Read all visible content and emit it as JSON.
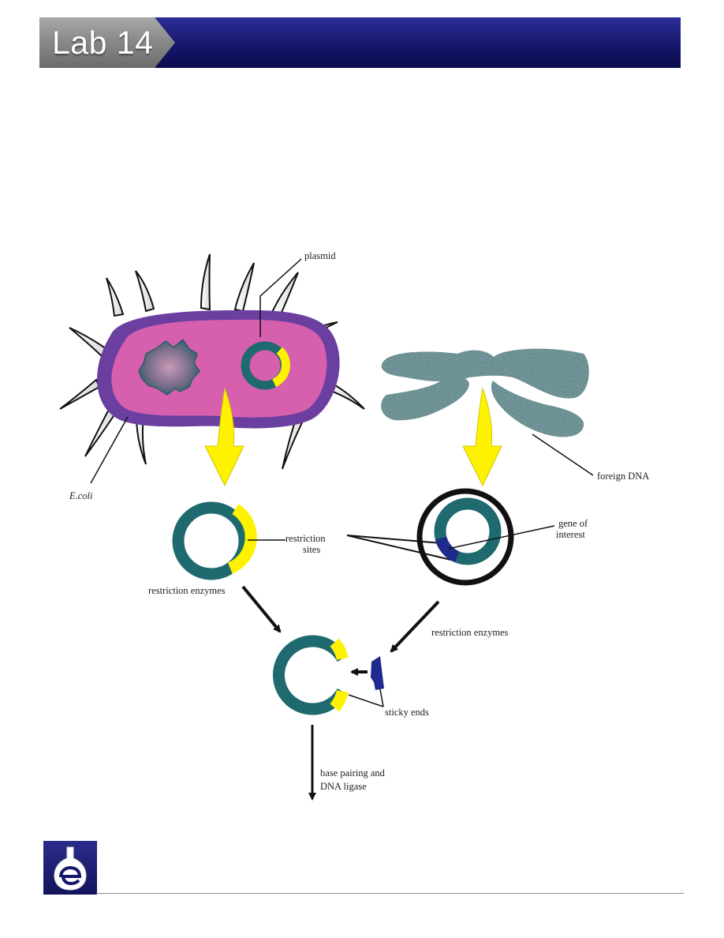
{
  "header": {
    "title": "Lab 14"
  },
  "colors": {
    "cell_membrane": "#6b3fa0",
    "cytoplasm": "#d65fae",
    "dna_teal": "#1f6a6f",
    "restriction_site": "#fff200",
    "gene_of_interest": "#1e2a8c",
    "arrow_black": "#111111"
  },
  "diagram": {
    "labels": {
      "plasmid": "plasmid",
      "ecoli": "E.coli",
      "foreign_dna": "foreign DNA",
      "restriction_sites_line1": "restriction",
      "restriction_sites_line2": "sites",
      "gene_line1": "gene of",
      "gene_line2": "interest",
      "restriction_enzymes_left": "restriction enzymes",
      "restriction_enzymes_right": "restriction enzymes",
      "sticky_ends": "sticky ends",
      "base_pairing_line1": "base pairing and",
      "base_pairing_line2": "DNA ligase"
    }
  },
  "footer": {
    "logo_icon": "flask-e-logo-icon"
  }
}
